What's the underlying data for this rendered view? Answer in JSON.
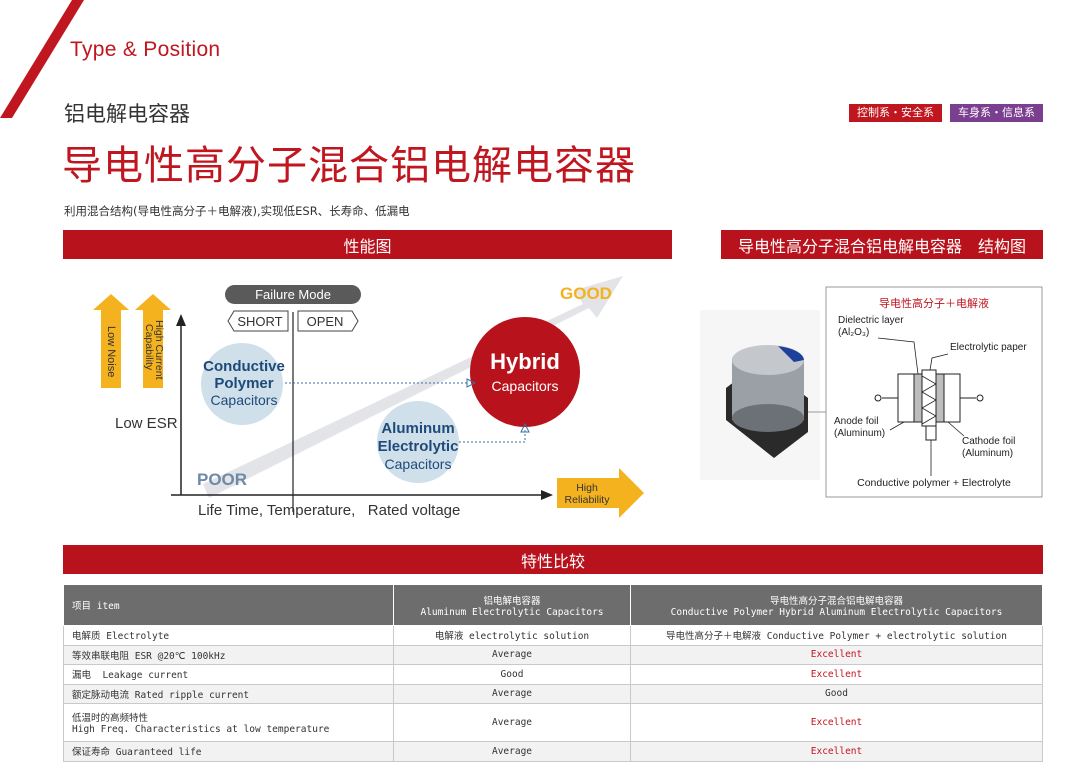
{
  "section_tag": "Type & Position",
  "subtitle": "铝电解电容器",
  "title": "导电性高分子混合铝电解电容器",
  "description": "利用混合结构(导电性高分子＋电解液),实现低ESR、长寿命、低漏电",
  "badges": [
    {
      "label": "控制系・安全系",
      "color": "#c0161f"
    },
    {
      "label": "车身系・信息系",
      "color": "#7b3f8f"
    }
  ],
  "performance": {
    "header": "性能图",
    "failure_mode": "Failure Mode",
    "short": "SHORT",
    "open": "OPEN",
    "good": "GOOD",
    "poor": "POOR",
    "low_noise": "Low Noise",
    "high_current_1": "High Current",
    "high_current_2": "Capability",
    "low_esr": "Low ESR",
    "x_axis": "Life Time, Temperature,   Rated voltage",
    "high_rel_1": "High",
    "high_rel_2": "Reliability",
    "polymer": [
      "Conductive",
      "Polymer",
      "Capacitors"
    ],
    "hybrid": [
      "Hybrid",
      "Capacitors"
    ],
    "aluminum": [
      "Aluminum",
      "Electrolytic",
      "Capacitors"
    ]
  },
  "structure": {
    "header": "导电性高分子混合铝电解电容器　结构图",
    "caption_top": "导电性高分子＋电解液",
    "dielectric_1": "Dielectric layer",
    "dielectric_2": "(Al₂O₃)",
    "electrolytic_paper": "Electrolytic paper",
    "anode_1": "Anode foil",
    "anode_2": "(Aluminum)",
    "cathode_1": "Cathode foil",
    "cathode_2": "(Aluminum)",
    "bottom": "Conductive polymer + Electrolyte"
  },
  "comparison": {
    "header": "特性比较",
    "columns": {
      "item": "项目 item",
      "al_cn": "铝电解电容器",
      "al_en": "Aluminum Electrolytic Capacitors",
      "hy_cn": "导电性高分子混合铝电解电容器",
      "hy_en": "Conductive Polymer Hybrid Aluminum Electrolytic Capacitors"
    },
    "rows": [
      {
        "item": "电解质 Electrolyte",
        "item2": "",
        "al": "电解液 electrolytic solution",
        "hy": "导电性高分子＋电解液 Conductive Polymer + electrolytic solution"
      },
      {
        "item": "等效串联电阻 ESR @20℃ 100kHz",
        "item2": "",
        "al": "Average",
        "hy": "Excellent"
      },
      {
        "item": "漏电  Leakage current",
        "item2": "",
        "al": "Good",
        "hy": "Excellent"
      },
      {
        "item": "额定脉动电流 Rated ripple current",
        "item2": "",
        "al": "Average",
        "hy": "Good"
      },
      {
        "item": "低温时的高频特性",
        "item2": "High Freq. Characteristics at low temperature",
        "al": "Average",
        "hy": "Excellent"
      },
      {
        "item": "保证寿命 Guaranteed life",
        "item2": "",
        "al": "Average",
        "hy": "Excellent"
      }
    ]
  },
  "colors": {
    "accent": "#c0161f",
    "purple": "#7b3f8f",
    "yellow": "#f5b21f",
    "header_gray": "#6d6d6d"
  }
}
